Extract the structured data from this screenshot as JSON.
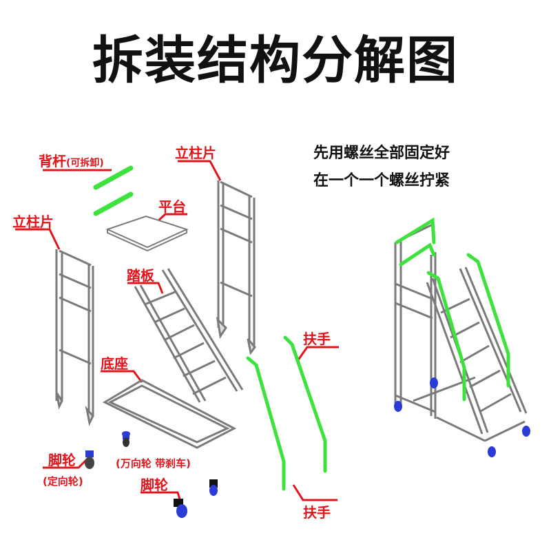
{
  "title": "拆装结构分解图",
  "note": {
    "line1": "先用螺丝全部固定好",
    "line2": "在一个一个螺丝拧紧"
  },
  "labels": {
    "back_bar": "背杆",
    "back_bar_sub": "(可拆卸)",
    "post_panel_left": "立柱片",
    "post_panel_right": "立柱片",
    "platform": "平台",
    "tread": "踏板",
    "base": "底座",
    "handrail_top": "扶手",
    "handrail_bottom": "扶手",
    "caster_fixed": "脚轮",
    "caster_fixed_sub": "(定向轮)",
    "caster_swivel_sub": "(万向轮 带刹车)",
    "caster_swivel": "脚轮"
  },
  "colors": {
    "label": "#e0141a",
    "highlight": "#3de23d",
    "frame": "#7a7a7a",
    "wheel": "#2a3bd6"
  }
}
